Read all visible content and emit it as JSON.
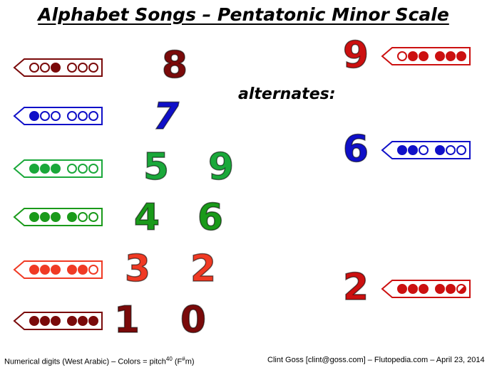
{
  "title": "Alphabet Songs – Pentatonic Minor Scale",
  "alternates_label": "alternates:",
  "colors": {
    "dark_red": "#7a0a0a",
    "red_orange": "#f03a24",
    "green": "#1a9a1a",
    "green_medium": "#1aa83a",
    "blue": "#1010c8",
    "red": "#cc1010"
  },
  "digits": {
    "d8": "8",
    "d7": "7",
    "d5": "5",
    "d9": "9",
    "d4": "4",
    "d6": "6",
    "d3": "3",
    "d2": "2",
    "d1": "1",
    "d0": "0",
    "alt9": "9",
    "alt6": "6",
    "alt2": "2"
  },
  "flutes": {
    "left": [
      {
        "color": "#7a0a0a",
        "holes": [
          "open",
          "open",
          "closed",
          "open",
          "open",
          "open"
        ]
      },
      {
        "color": "#1010c8",
        "holes": [
          "closed",
          "open",
          "open",
          "open",
          "open",
          "open"
        ]
      },
      {
        "color": "#1aa83a",
        "holes": [
          "closed",
          "closed",
          "closed",
          "open",
          "open",
          "open"
        ]
      },
      {
        "color": "#1a9a1a",
        "holes": [
          "closed",
          "closed",
          "closed",
          "closed",
          "open",
          "open"
        ]
      },
      {
        "color": "#f03a24",
        "holes": [
          "closed",
          "closed",
          "closed",
          "closed",
          "closed",
          "open"
        ]
      },
      {
        "color": "#7a0a0a",
        "holes": [
          "closed",
          "closed",
          "closed",
          "closed",
          "closed",
          "closed"
        ]
      }
    ],
    "right": [
      {
        "color": "#cc1010",
        "holes": [
          "open",
          "closed",
          "closed",
          "closed",
          "closed",
          "closed"
        ]
      },
      {
        "color": "#1010c8",
        "holes": [
          "closed",
          "closed",
          "open",
          "closed",
          "open",
          "open"
        ]
      },
      {
        "color": "#cc1010",
        "holes": [
          "closed",
          "closed",
          "closed",
          "closed",
          "closed",
          "partial"
        ]
      }
    ]
  },
  "footer": {
    "left_text": "Numerical digits (West Arabic) – Colors = pitch",
    "left_sup": "40",
    "left_paren_open": " (F",
    "left_sharp": "#",
    "left_paren_close": "m)",
    "right": "Clint Goss [clint@goss.com] – Flutopedia.com – April 23, 2014"
  }
}
